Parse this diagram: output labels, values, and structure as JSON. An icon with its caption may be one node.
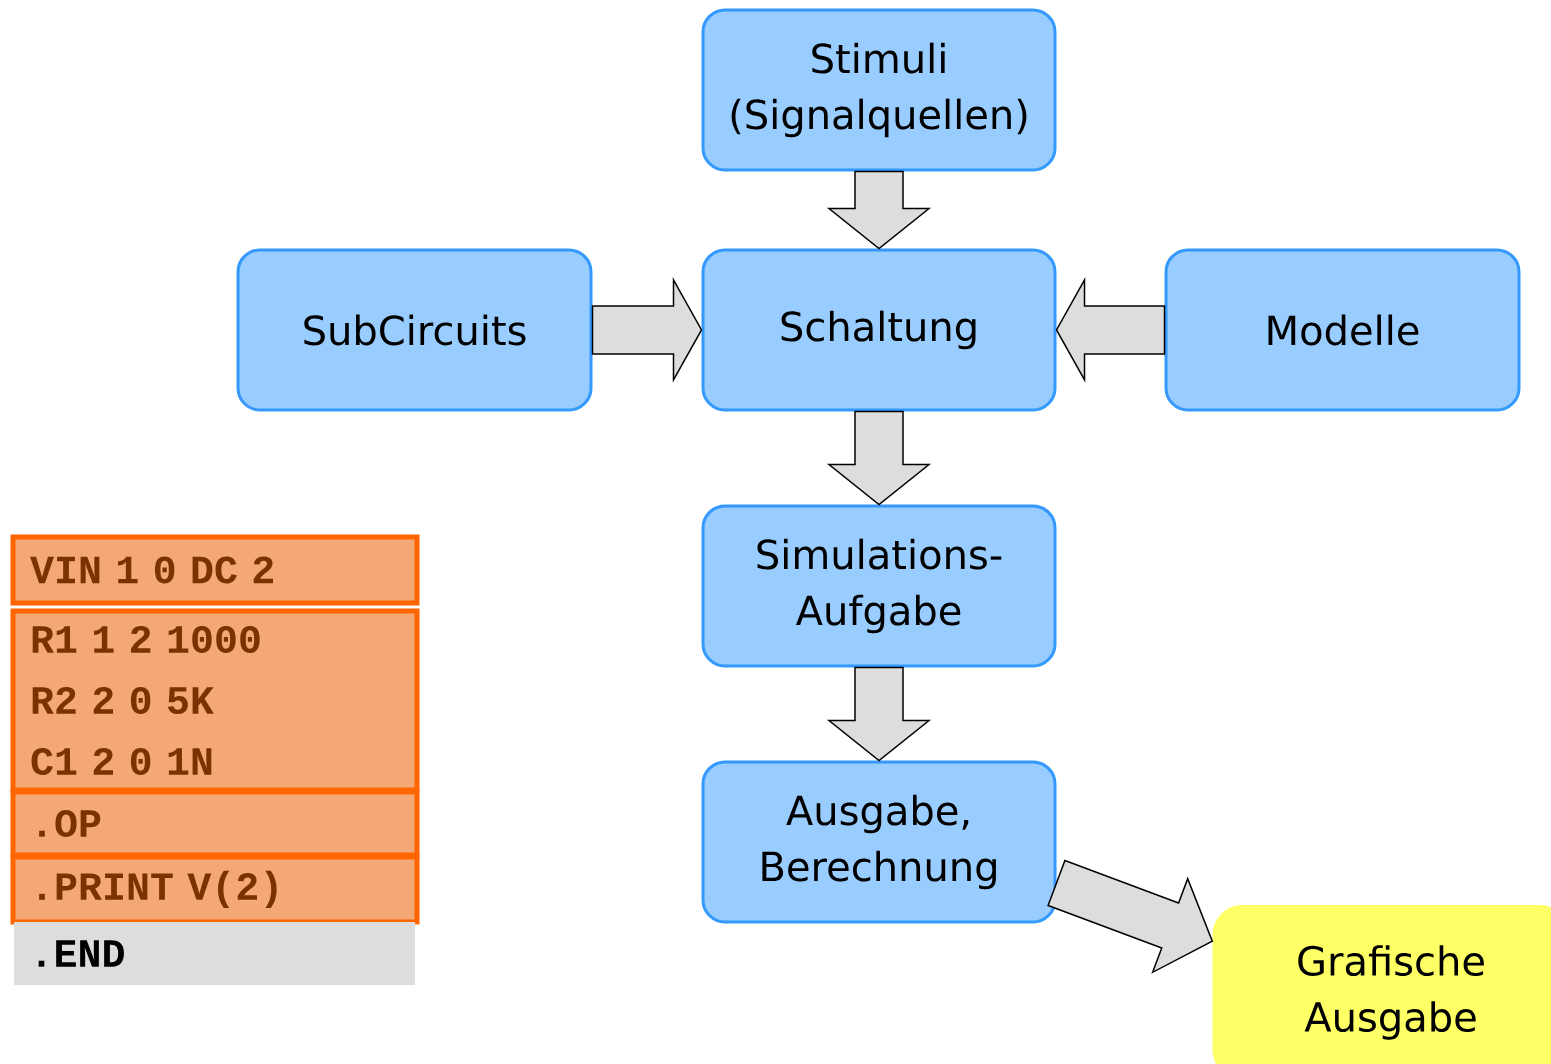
{
  "diagram": {
    "nodes": [
      {
        "text": [
          "Stimuli (Signalquellen)"
        ]
      },
      {
        "text": [
          "SubCircuits"
        ]
      },
      {
        "text": [
          "Schaltung"
        ]
      },
      {
        "text": [
          "Modelle"
        ]
      },
      {
        "text": [
          "Simulations-Aufgabe"
        ]
      },
      {
        "text": [
          "Ausgabe, Berechnung"
        ]
      },
      {
        "text": [
          "Grafische Ausgabe"
        ]
      },
      {
        "text": [
          "VIN 1 0 DC 2"
        ]
      },
      {
        "text": [
          "R1 1 2 1000",
          "R2 2 0 5K",
          "C1 2 0 1N"
        ]
      },
      {
        "text": [
          ".OP"
        ]
      },
      {
        "text": [
          ".PRINT V(2)"
        ]
      },
      {
        "text": [
          ".END"
        ]
      }
    ],
    "edges": [
      {
        "from": 0,
        "to": 2,
        "arrow": "to"
      },
      {
        "from": 1,
        "to": 2,
        "arrow": "to"
      },
      {
        "from": 3,
        "to": 2,
        "arrow": "to"
      },
      {
        "from": 2,
        "to": 4,
        "arrow": "to"
      },
      {
        "from": 4,
        "to": 5,
        "arrow": "to"
      },
      {
        "from": 5,
        "to": 6,
        "arrow": "to"
      }
    ]
  }
}
